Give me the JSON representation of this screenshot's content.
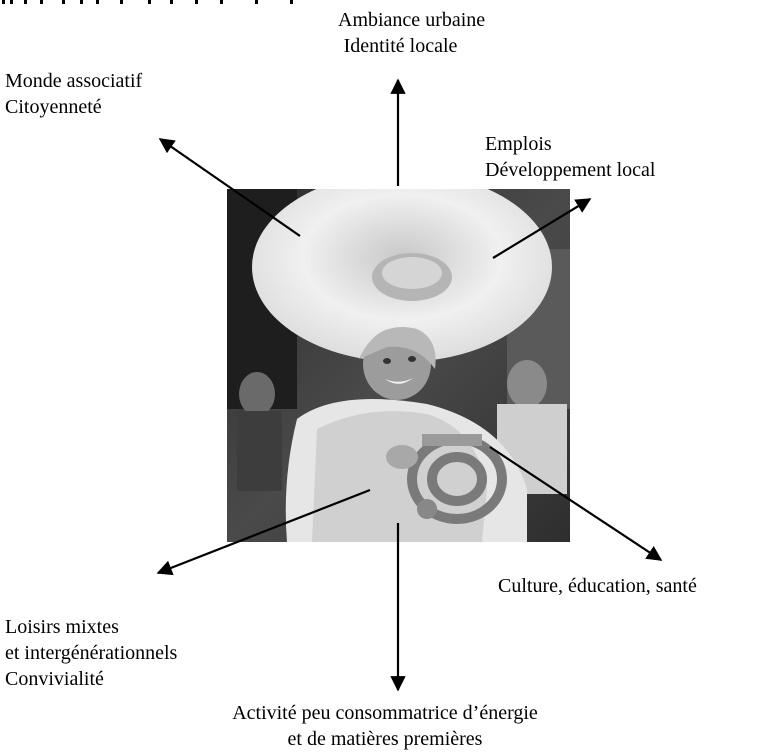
{
  "header": {
    "partial_text": "p ... p ... p j ... p ... p"
  },
  "photo": {
    "description": ""
  },
  "labels": {
    "top": [
      "Ambiance urbaine",
      "Identité locale"
    ],
    "top_left": [
      "Monde associatif",
      "Citoyenneté"
    ],
    "top_right": [
      "Emplois",
      "Développement local"
    ],
    "bottom_right": [
      "Culture, éducation, santé"
    ],
    "bottom_left": [
      "Loisirs mixtes",
      "et intergénérationnels",
      "Convivialité"
    ],
    "bottom": [
      "Activité peu consommatrice d’énergie",
      "et de matières premières"
    ]
  },
  "colors": {
    "arrow": "#000000",
    "text": "#000000",
    "background": "#ffffff"
  }
}
